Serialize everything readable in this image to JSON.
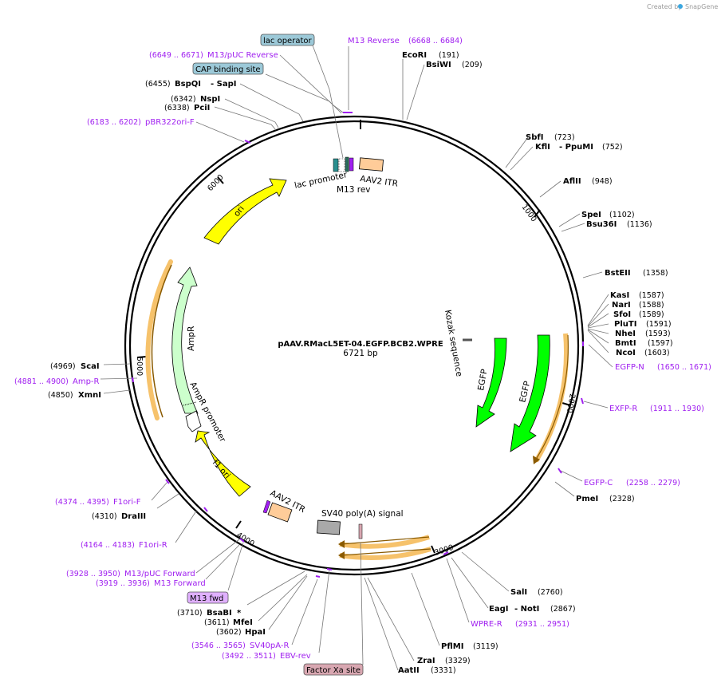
{
  "credit": {
    "prefix": "Created by",
    "brand": "SnapGene"
  },
  "plasmid": {
    "name": "pAAV.RMacL5ET-04.EGFP.BCB2.WPRE",
    "length": "6721 bp"
  },
  "ticks": [
    "1000",
    "2000",
    "3000",
    "4000",
    "5000",
    "6000"
  ],
  "features": {
    "aav2_itr_top": "AAV2 ITR",
    "lac_promoter": "lac promoter",
    "m13_rev": "M13 rev",
    "ori": "ori",
    "ampr": "AmpR",
    "ampr_promoter": "AmpR promoter",
    "f1_ori": "f1 ori",
    "aav2_itr_bottom": "AAV2 ITR",
    "sv40_polya": "SV40 poly(A) signal",
    "kozak": "Kozak sequence",
    "egfp_inner": "EGFP",
    "egfp_outer": "EGFP"
  },
  "boxed_labels": {
    "lac_operator": "lac operator",
    "cap_site": "CAP binding site",
    "m13_fwd": "M13 fwd",
    "factor_xa": "Factor Xa site"
  },
  "colors": {
    "ori": "#ffff00",
    "ampr": "#ccffcc",
    "f1_ori": "#ffff00",
    "egfp": "#00ff00",
    "itr": "#ffcc99",
    "polya": "#a9a9a9",
    "primer": "#a020f0",
    "orf": "#f6a623",
    "lac_operator_box": "#9cc9d8",
    "m13_fwd_box": "#e0b0ff",
    "factor_xa_box": "#d8a7b1"
  },
  "sites_right": [
    {
      "name": "EcoRI",
      "pos": "(191)"
    },
    {
      "name": "BsiWI",
      "pos": "(209)"
    },
    {
      "name": "SbfI",
      "pos": "(723)"
    },
    {
      "name": "KflI",
      "suffix": "- PpuMI",
      "pos": "(752)"
    },
    {
      "name": "AflII",
      "pos": "(948)"
    },
    {
      "name": "SpeI",
      "pos": "(1102)"
    },
    {
      "name": "Bsu36I",
      "pos": "(1136)"
    },
    {
      "name": "BstEII",
      "pos": "(1358)"
    },
    {
      "name": "KasI",
      "pos": "(1587)"
    },
    {
      "name": "NarI",
      "pos": "(1588)"
    },
    {
      "name": "SfoI",
      "pos": "(1589)"
    },
    {
      "name": "PluTI",
      "pos": "(1591)"
    },
    {
      "name": "NheI",
      "pos": "(1593)"
    },
    {
      "name": "BmtI",
      "pos": "(1597)"
    },
    {
      "name": "NcoI",
      "pos": "(1603)"
    },
    {
      "name": "PmeI",
      "pos": "(2328)"
    },
    {
      "name": "SalI",
      "pos": "(2760)"
    },
    {
      "name": "EagI",
      "suffix": "- NotI",
      "pos": "(2867)"
    },
    {
      "name": "PflMI",
      "pos": "(3119)"
    },
    {
      "name": "ZraI",
      "pos": "(3329)"
    },
    {
      "name": "AatII",
      "pos": "(3331)"
    }
  ],
  "sites_left": [
    {
      "name": "BspQI",
      "suffix": "- SapI",
      "pos": "(6455)"
    },
    {
      "name": "NspI",
      "pos": "(6342)"
    },
    {
      "name": "PciI",
      "pos": "(6338)"
    },
    {
      "name": "ScaI",
      "pos": "(4969)"
    },
    {
      "name": "XmnI",
      "pos": "(4850)"
    },
    {
      "name": "DraIII",
      "pos": "(4310)"
    },
    {
      "name": "BsaBI",
      "suffix": "*",
      "pos": "(3710)"
    },
    {
      "name": "MfeI",
      "pos": "(3611)"
    },
    {
      "name": "HpaI",
      "pos": "(3602)"
    }
  ],
  "primers": [
    {
      "name": "M13 Reverse",
      "pos": "(6668 .. 6684)"
    },
    {
      "name": "M13/pUC Reverse",
      "pos": "(6649 .. 6671)"
    },
    {
      "name": "pBR322ori-F",
      "pos": "(6183 .. 6202)"
    },
    {
      "name": "EGFP-N",
      "pos": "(1650 .. 1671)"
    },
    {
      "name": "EXFP-R",
      "pos": "(1911 .. 1930)"
    },
    {
      "name": "EGFP-C",
      "pos": "(2258 .. 2279)"
    },
    {
      "name": "WPRE-R",
      "pos": "(2931 .. 2951)"
    },
    {
      "name": "Amp-R",
      "pos": "(4881 .. 4900)"
    },
    {
      "name": "F1ori-F",
      "pos": "(4374 .. 4395)"
    },
    {
      "name": "F1ori-R",
      "pos": "(4164 .. 4183)"
    },
    {
      "name": "M13/pUC Forward",
      "pos": "(3928 .. 3950)"
    },
    {
      "name": "M13 Forward",
      "pos": "(3919 .. 3936)"
    },
    {
      "name": "SV40pA-R",
      "pos": "(3546 .. 3565)"
    },
    {
      "name": "EBV-rev",
      "pos": "(3492 .. 3511)"
    }
  ]
}
